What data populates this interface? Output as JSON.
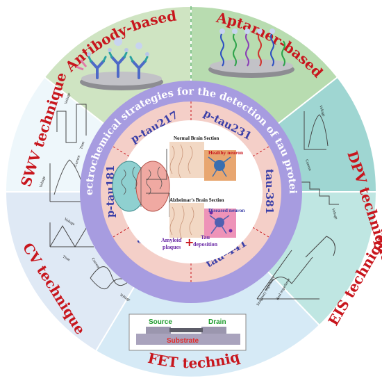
{
  "outer_segments": {
    "antibody": "Antibody-based",
    "aptamer": "Aptamer-based",
    "dpv": "DPV technique",
    "eis": "EIS technique",
    "fet": "FET technique",
    "cv": "CV technique",
    "swv": "SWV technique"
  },
  "ring_title": "Electrochemical strategies for the detection of tau proteins",
  "tau_labels": {
    "p217": "p-tau217",
    "p231": "p-tau231",
    "t381": "tau-381",
    "t441": "tau-441",
    "ttau": "t-tau",
    "p181": "p-tau181"
  },
  "center": {
    "normal_title": "Normal Brain Section",
    "healthy": "Healthy neuron",
    "alz_title": "Alzheimar's Brain Section",
    "diseased": "Diseased neuron",
    "amyloid_1": "Amyloid",
    "amyloid_2": "plaques",
    "tau_1": "Tau",
    "tau_2": "deposition",
    "plus": "+"
  },
  "swv_axes": {
    "voltage": "Voltage",
    "time": "Time",
    "current": "Current",
    "voltage2": "Voltage"
  },
  "dpv_axes": {
    "voltage": "Voltage",
    "current": "Current",
    "voltage2": "Voltage"
  },
  "cv_axes": {
    "voltage": "Voltage",
    "time": "Time",
    "current": "Current",
    "voltage2": "Voltage"
  },
  "eis_axes": {
    "imag": "Imaginary impedance",
    "real": "Real impedance"
  },
  "fet": {
    "source": "Source",
    "drain": "Drain",
    "substrate": "Substrate"
  },
  "colors": {
    "antibody_bg": "#cfe4c2",
    "aptamer_bg": "#b8dcb0",
    "dpv_bg": "#9fd6d2",
    "eis_bg": "#bfe6e2",
    "fet_bg": "#d6eaf6",
    "cv_bg": "#dfe9f5",
    "swv_bg": "#eef7fb",
    "ring_bg": "#a79ce0",
    "tau_band": "#f4cfc8",
    "title_red": "#c8161d"
  }
}
